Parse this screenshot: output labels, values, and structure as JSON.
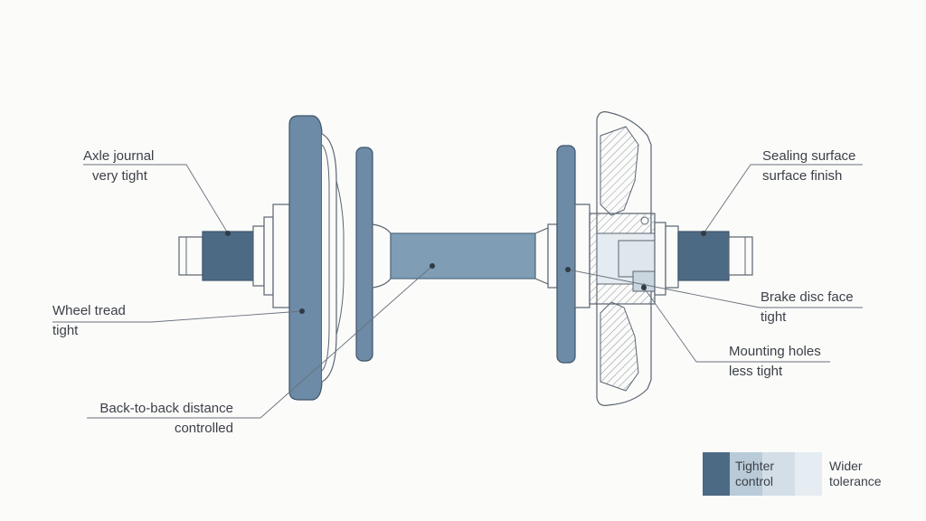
{
  "labels": {
    "axle_journal": {
      "title": "Axle journal",
      "note": "very tight"
    },
    "wheel_tread": {
      "title": "Wheel tread",
      "note": "tight"
    },
    "back_to_back": {
      "title": "Back-to-back distance",
      "note": "controlled"
    },
    "sealing_surface": {
      "title": "Sealing surface",
      "note": "surface finish"
    },
    "brake_disc_face": {
      "title": "Brake disc face",
      "note": "tight"
    },
    "mounting_holes": {
      "title": "Mounting holes",
      "note": "less tight"
    }
  },
  "legend": {
    "tighter": "Tighter\ncontrol",
    "wider": "Wider\ntolerance",
    "colors": [
      "#4d6a85",
      "#b9cbd8",
      "#d3dee7",
      "#e6edf2"
    ]
  },
  "palette": {
    "dark": "#4d6a85",
    "mid": "#7f9db4",
    "wheel": "#6d8ba6",
    "outline": "#5b6570",
    "hatch": "#8a939c"
  }
}
